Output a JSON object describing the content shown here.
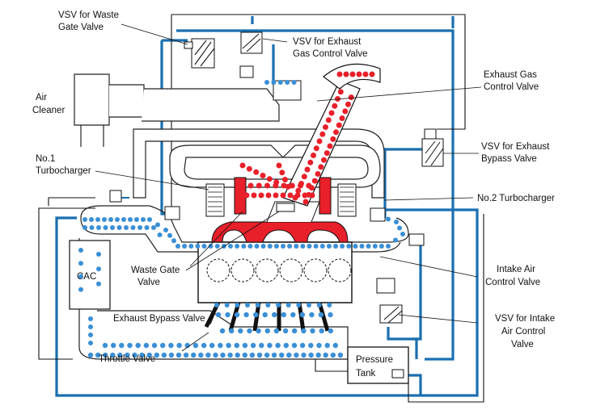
{
  "labels": {
    "vsv_waste_gate_1": "VSV for Waste",
    "vsv_waste_gate_2": "Gate Valve",
    "vsv_exhaust_gas_1": "VSV for Exhaust",
    "vsv_exhaust_gas_2": "Gas Control Valve",
    "air_cleaner_1": "Air",
    "air_cleaner_2": "Cleaner",
    "exhaust_gas_cv_1": "Exhaust Gas",
    "exhaust_gas_cv_2": "Control Valve",
    "vsv_exhaust_bypass_1": "VSV for Exhaust",
    "vsv_exhaust_bypass_2": "Bypass Valve",
    "no1_turbo_1": "No.1",
    "no1_turbo_2": "Turbocharger",
    "no2_turbo": "No.2 Turbocharger",
    "cac": "CAC",
    "waste_gate_1": "Waste Gate",
    "waste_gate_2": "Valve",
    "intake_air_cv_1": "Intake Air",
    "intake_air_cv_2": "Control Valve",
    "exhaust_bypass_valve": "Exhaust Bypass Valve",
    "vsv_intake_air_1": "VSV for Intake",
    "vsv_intake_air_2": "Air Control",
    "vsv_intake_air_3": "Valve",
    "throttle_valve": "Throttle Valve",
    "pressure_tank_1": "Pressure",
    "pressure_tank_2": "Tank"
  },
  "colors": {
    "vacuum_line": "#1a6fb0",
    "intake_air_dots": "#3a8fd6",
    "exhaust_gas_dots": "#e8202a"
  }
}
